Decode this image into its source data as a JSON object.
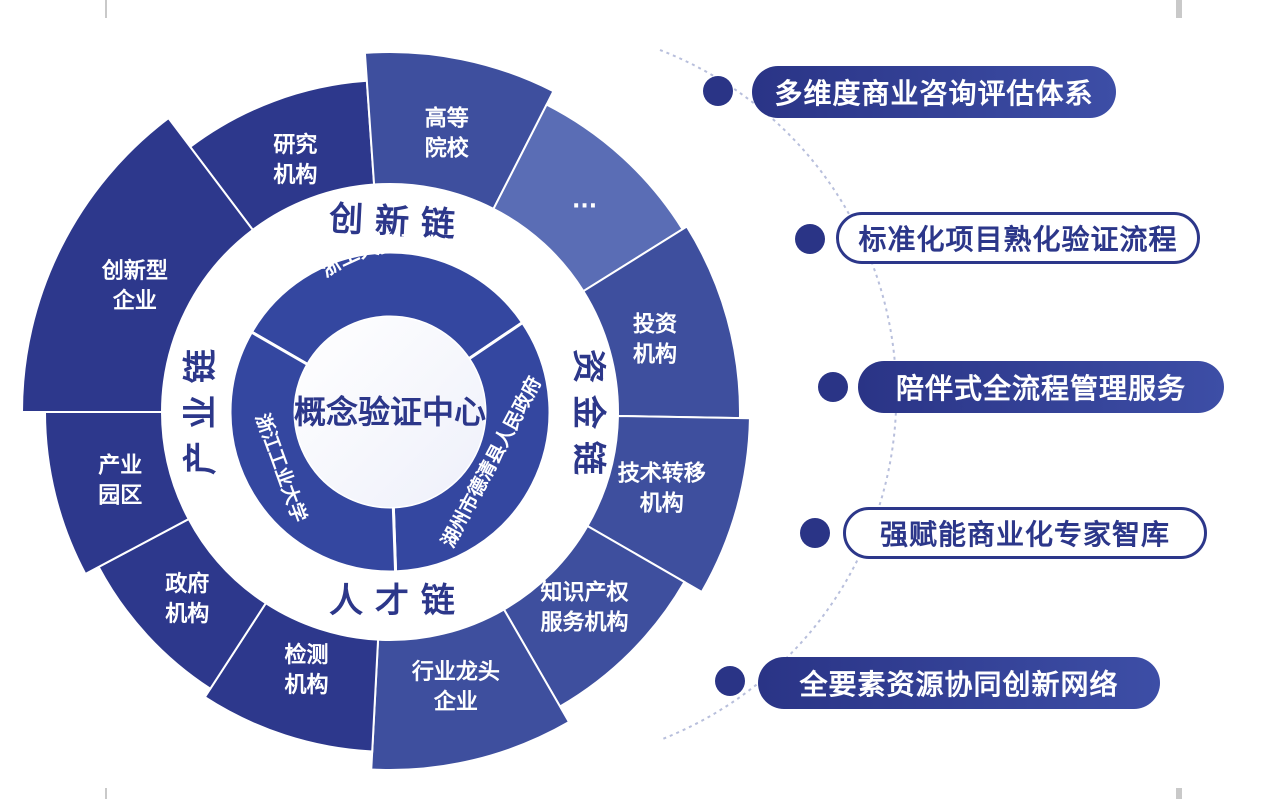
{
  "center": {
    "title": "概念验证中心"
  },
  "inner_ring": {
    "top": "浙工大莫干山研究院",
    "left": "浙江工业大学",
    "right": "湖州市德清县人民政府"
  },
  "chains": {
    "top": "创 新 链",
    "left": "产 业 链",
    "right": "资 金 链",
    "bottom": "人 才 链"
  },
  "outer_segments": [
    {
      "line1": "研究",
      "line2": "机构"
    },
    {
      "line1": "高等",
      "line2": "院校"
    },
    {
      "line1": "...",
      "line2": ""
    },
    {
      "line1": "投资",
      "line2": "机构"
    },
    {
      "line1": "技术转移",
      "line2": "机构"
    },
    {
      "line1": "知识产权",
      "line2": "服务机构"
    },
    {
      "line1": "行业龙头",
      "line2": "企业"
    },
    {
      "line1": "检测",
      "line2": "机构"
    },
    {
      "line1": "政府",
      "line2": "机构"
    },
    {
      "line1": "产业",
      "line2": "园区"
    },
    {
      "line1": "创新型",
      "line2": "企业"
    }
  ],
  "right_items": [
    {
      "label": "多维度商业咨询评估体系",
      "style": "solid"
    },
    {
      "label": "标准化项目熟化验证流程",
      "style": "outline"
    },
    {
      "label": "陪伴式全流程管理服务",
      "style": "solid"
    },
    {
      "label": "强赋能商业化专家智库",
      "style": "outline"
    },
    {
      "label": "全要素资源协同创新网络",
      "style": "solid"
    }
  ],
  "colors": {
    "outer_dark": "#2d388c",
    "outer_mid": "#3e4f9e",
    "outer_light": "#5a6db5",
    "inner_ring": "#3447a0",
    "core": "#ffffff",
    "core_text": "#2c378a"
  }
}
